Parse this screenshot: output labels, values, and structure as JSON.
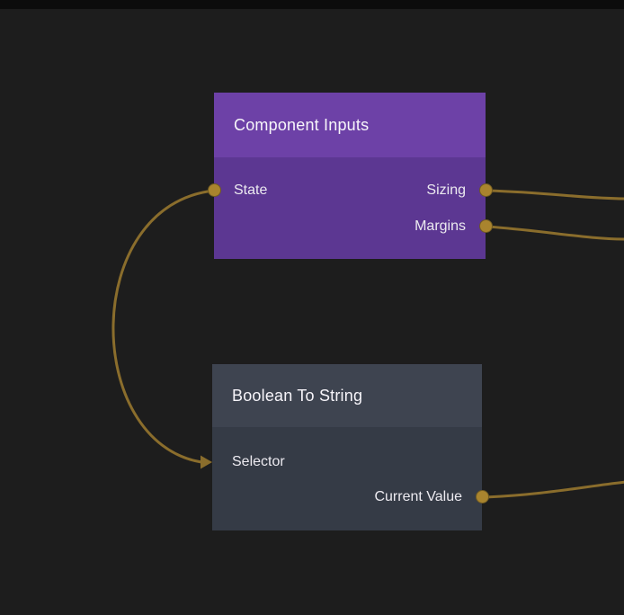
{
  "canvas": {
    "background_color": "#1d1d1d",
    "top_edge_color": "#0c0c0c",
    "wire_color": "#8a6d2c",
    "port_color": "#a9842e"
  },
  "nodes": [
    {
      "title": "Component Inputs",
      "header_color": "#6d41a7",
      "body_color": "#5c3792",
      "inputs": [
        {
          "label": "State"
        }
      ],
      "outputs": [
        {
          "label": "Sizing"
        },
        {
          "label": "Margins"
        }
      ]
    },
    {
      "title": "Boolean To String",
      "header_color": "#3e4450",
      "body_color": "#353b46",
      "inputs": [
        {
          "label": "Selector"
        }
      ],
      "outputs": [
        {
          "label": "Current Value"
        }
      ]
    }
  ],
  "connections": [
    {
      "from": "Component Inputs.State",
      "to": "Boolean To String.Selector"
    },
    {
      "from": "Component Inputs.Sizing",
      "to": "offscreen-right"
    },
    {
      "from": "Component Inputs.Margins",
      "to": "offscreen-right"
    },
    {
      "from": "Boolean To String.Current Value",
      "to": "offscreen-right"
    }
  ]
}
